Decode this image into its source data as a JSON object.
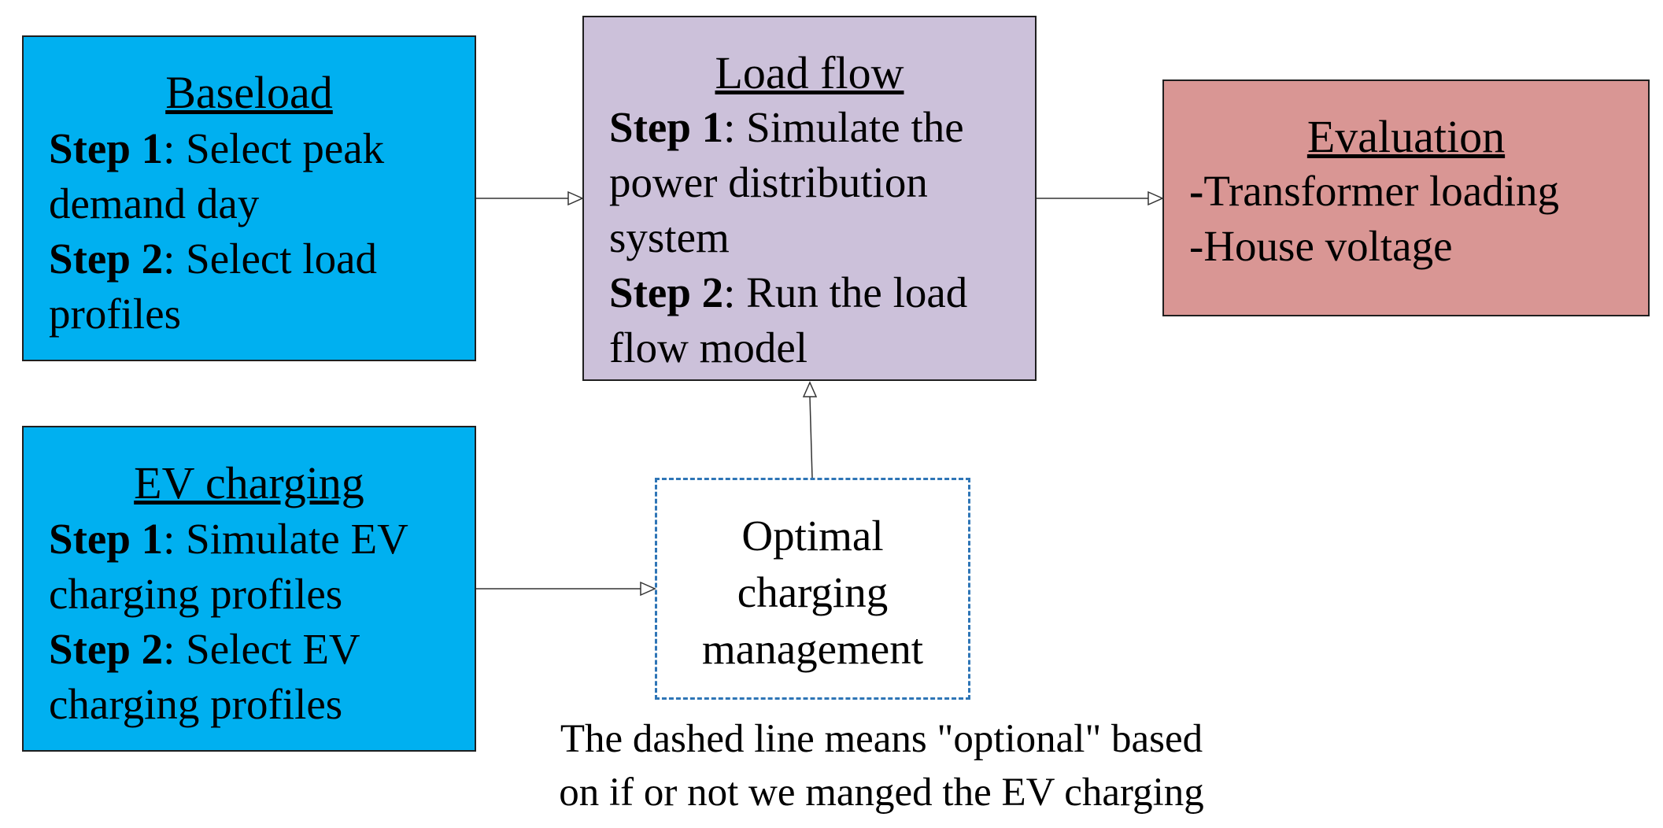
{
  "baseload": {
    "title": "Baseload",
    "step1_label": "Step 1",
    "step1_text_a": ": Select peak",
    "step1_text_b": "demand day",
    "step2_label": "Step 2",
    "step2_text_a": ": Select  load",
    "step2_text_b": "profiles",
    "color": "#00b0f0"
  },
  "ev_charging": {
    "title": "EV charging",
    "step1_label": "Step 1",
    "step1_text_a": ": Simulate EV",
    "step1_text_b": "charging profiles",
    "step2_label": "Step 2",
    "step2_text_a": ": Select EV",
    "step2_text_b": "charging profiles",
    "color": "#00b0f0"
  },
  "load_flow": {
    "title": "Load flow",
    "step1_label": "Step 1",
    "step1_text_a": ": Simulate the",
    "step1_text_b": "power distribution",
    "step1_text_c": "system",
    "step2_label": "Step 2",
    "step2_text_a": ": Run the load",
    "step2_text_b": "flow model",
    "color": "#ccc1da"
  },
  "evaluation": {
    "title": "Evaluation",
    "item1_dash": "-",
    "item1_text": "Transformer loading",
    "item2_text": "-House voltage",
    "color": "#d99694"
  },
  "optimal": {
    "line1": "Optimal",
    "line2": "charging",
    "line3": "management",
    "border_color": "#2e75b6"
  },
  "note": {
    "line1": "The dashed line means \"optional\" based",
    "line2": "on if or not we manged the EV charging"
  }
}
